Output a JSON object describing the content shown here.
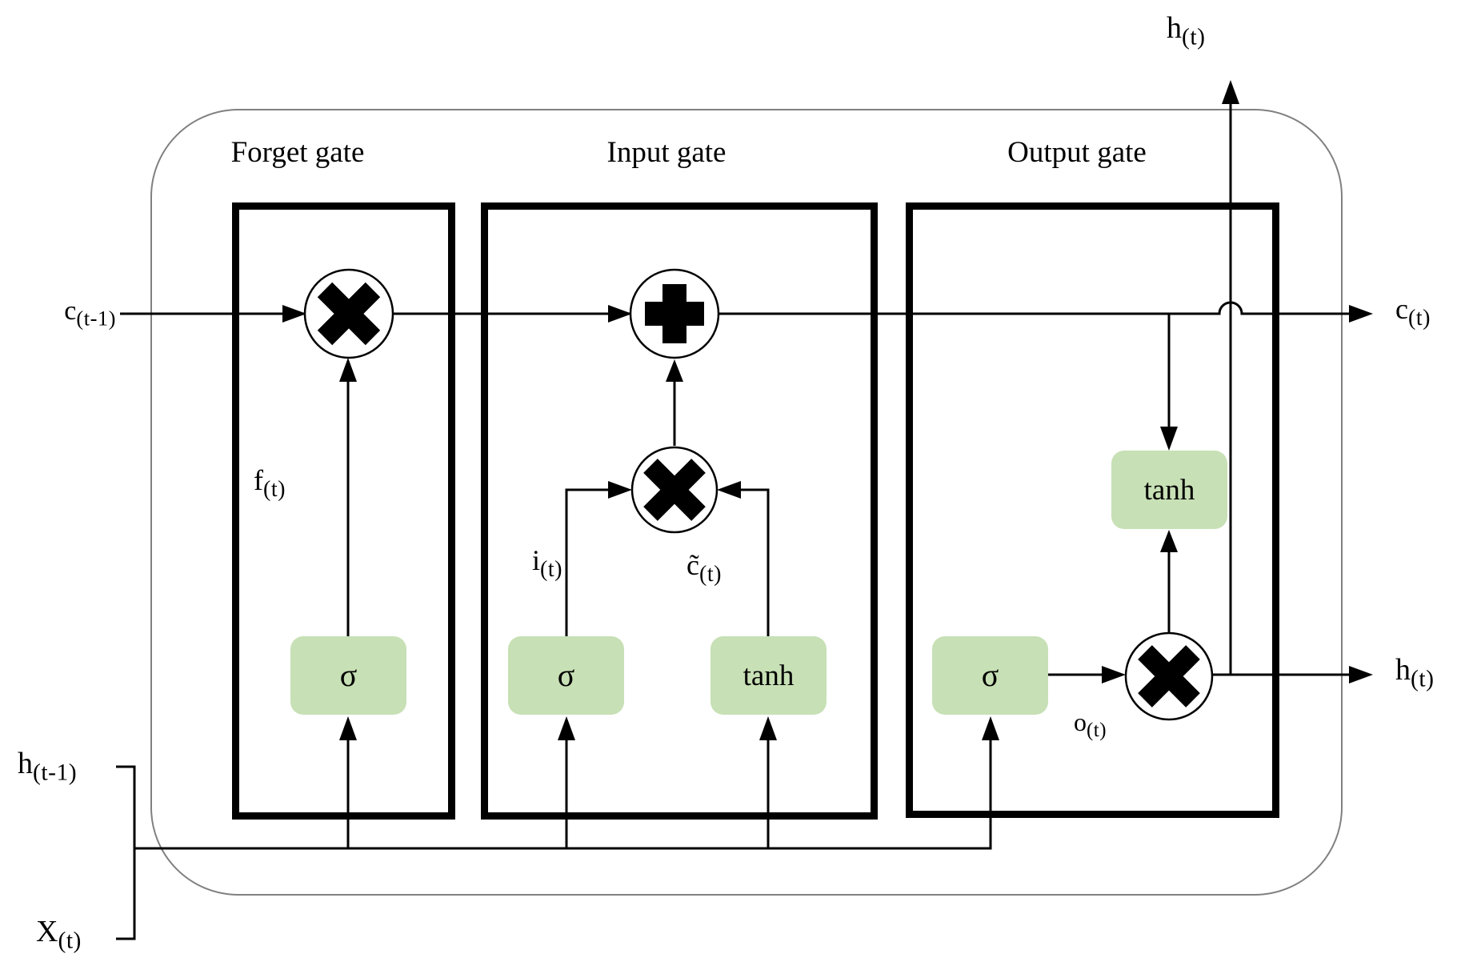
{
  "diagram": {
    "title_hint": "LSTM cell diagram",
    "gates": {
      "forget": {
        "label": "Forget gate"
      },
      "input": {
        "label": "Input gate"
      },
      "output": {
        "label": "Output gate"
      }
    },
    "activations": {
      "forget_sigma": "σ",
      "input_sigma": "σ",
      "input_tanh": "tanh",
      "output_sigma": "σ",
      "output_tanh": "tanh"
    },
    "signals": {
      "cell_prev": {
        "main": "c",
        "sub": "(t-1)"
      },
      "cell_next": {
        "main": "c",
        "sub": "(t)"
      },
      "hidden_prev": {
        "main": "h",
        "sub": "(t-1)"
      },
      "hidden_out_top": {
        "main": "h",
        "sub": "(t)"
      },
      "hidden_out_right": {
        "main": "h",
        "sub": "(t)"
      },
      "input_x": {
        "main": "X",
        "sub": "(t)"
      },
      "forget_act": {
        "main": "f",
        "sub": "(t)"
      },
      "input_act": {
        "main": "i",
        "sub": "(t)"
      },
      "candidate": {
        "main": "c̃",
        "sub": "(t)"
      },
      "output_act": {
        "main": "o",
        "sub": "(t)"
      }
    },
    "operators": {
      "multiply": "×",
      "add": "+"
    },
    "colors": {
      "activation_fill": "#c7e0b5",
      "gate_border": "#000000",
      "outer_border": "#808080",
      "wire": "#000000"
    }
  }
}
